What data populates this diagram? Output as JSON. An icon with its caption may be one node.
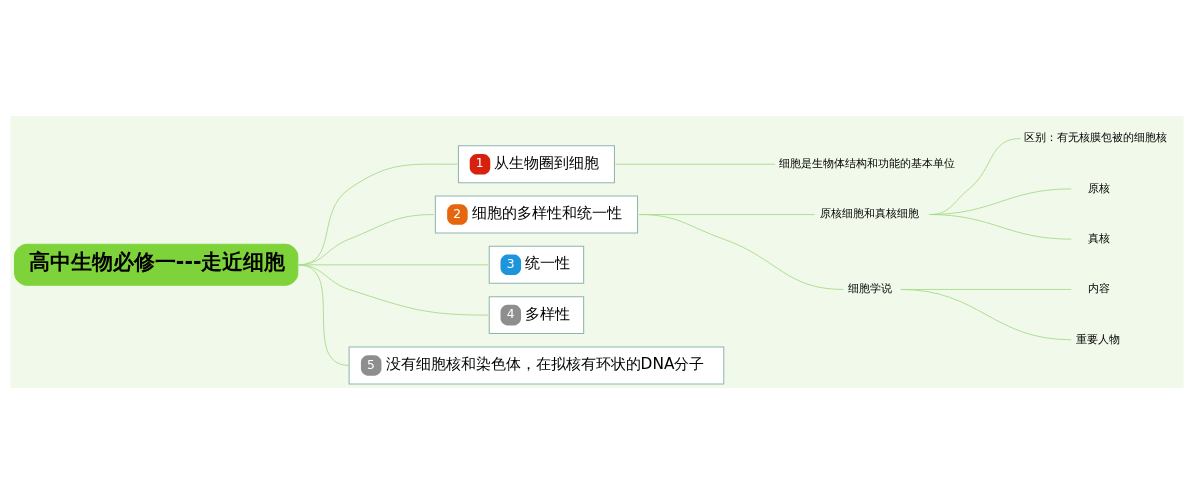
{
  "diagram": {
    "nodes": [
      {
        "text": [
          "高中生物必修一---走近细胞"
        ]
      },
      {
        "text": [
          "1",
          "从生物圈到细胞"
        ]
      },
      {
        "text": [
          "细胞是生物体结构和功能的基本单位"
        ]
      },
      {
        "text": [
          "2",
          "细胞的多样性和统一性"
        ]
      },
      {
        "text": [
          "原核细胞和真核细胞"
        ]
      },
      {
        "text": [
          "区别：有无核膜包被的细胞核"
        ]
      },
      {
        "text": [
          "原核"
        ]
      },
      {
        "text": [
          "真核"
        ]
      },
      {
        "text": [
          "细胞学说"
        ]
      },
      {
        "text": [
          "内容"
        ]
      },
      {
        "text": [
          "重要人物"
        ]
      },
      {
        "text": [
          "3",
          "统一性"
        ]
      },
      {
        "text": [
          "4",
          "多样性"
        ]
      },
      {
        "text": [
          "5",
          "没有细胞核和染色体，在拟核有环状的DNA分子"
        ]
      }
    ],
    "edges": [
      {
        "from": 0,
        "to": 1,
        "arrow": "none"
      },
      {
        "from": 1,
        "to": 2,
        "arrow": "none"
      },
      {
        "from": 0,
        "to": 3,
        "arrow": "none"
      },
      {
        "from": 3,
        "to": 4,
        "arrow": "none"
      },
      {
        "from": 4,
        "to": 5,
        "arrow": "none"
      },
      {
        "from": 4,
        "to": 6,
        "arrow": "none"
      },
      {
        "from": 4,
        "to": 7,
        "arrow": "none"
      },
      {
        "from": 3,
        "to": 8,
        "arrow": "none"
      },
      {
        "from": 8,
        "to": 9,
        "arrow": "none"
      },
      {
        "from": 8,
        "to": 10,
        "arrow": "none"
      },
      {
        "from": 0,
        "to": 11,
        "arrow": "none"
      },
      {
        "from": 0,
        "to": 12,
        "arrow": "none"
      },
      {
        "from": 0,
        "to": 13,
        "arrow": "none"
      }
    ]
  }
}
